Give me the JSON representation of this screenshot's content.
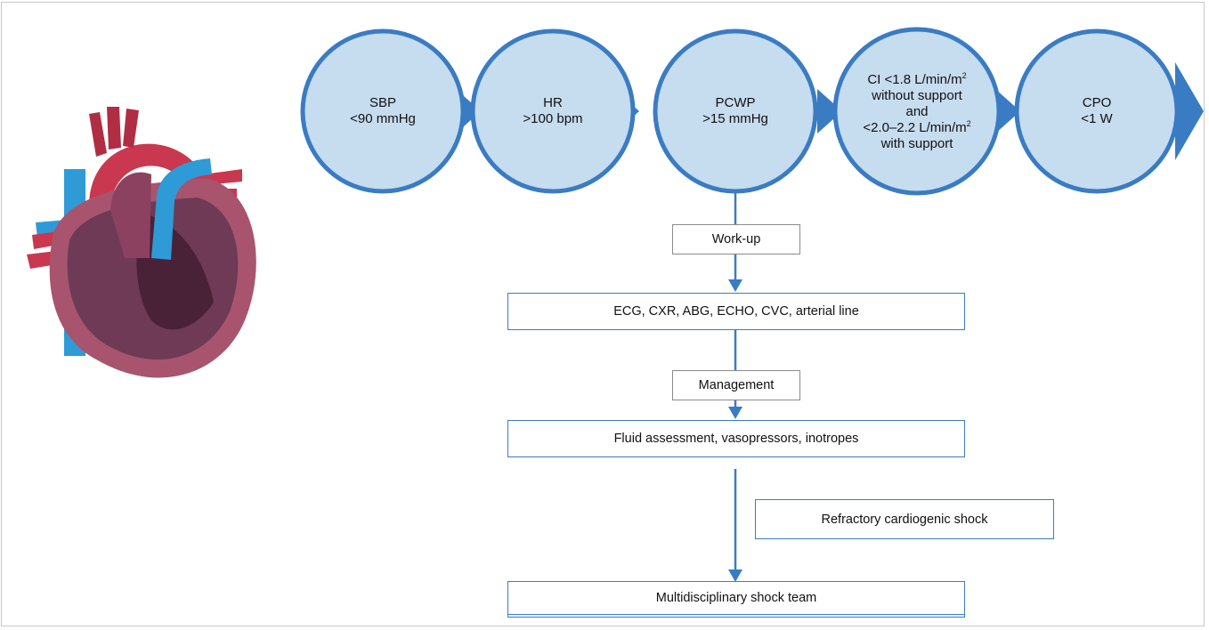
{
  "colors": {
    "circle_fill": "#c6dcef",
    "circle_stroke": "#3a7cc3",
    "arrow": "#3a7cc3",
    "box_border": "#3a7cc3",
    "label_border": "#8a8a8a"
  },
  "criteria": [
    {
      "line1": "SBP",
      "line2": "<90 mmHg"
    },
    {
      "line1": "HR",
      "line2": ">100 bpm"
    },
    {
      "line1": "PCWP",
      "line2": ">15 mmHg"
    },
    {
      "line1": "CI <1.8 L/min/m",
      "sup1": "2",
      "line2": "without support",
      "line3": "and",
      "line4": "<2.0–2.2 L/min/m",
      "sup4": "2",
      "line5": "with support"
    },
    {
      "line1": "CPO",
      "line2": "<1 W"
    }
  ],
  "flow": {
    "workup_label": "Work-up",
    "workup_box": "ECG, CXR, ABG, ECHO, CVC, arterial line",
    "management_label": "Management",
    "management_box": "Fluid assessment, vasopressors, inotropes",
    "refractory_label": "Refractory cardiogenic shock",
    "final_box": "Multidisciplinary shock team"
  }
}
